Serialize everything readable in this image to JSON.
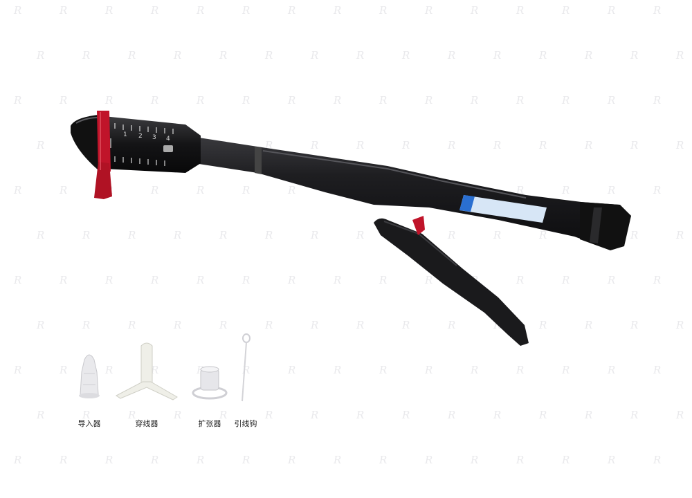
{
  "accessories": [
    {
      "label": "导入器",
      "icon": "obturator-icon"
    },
    {
      "label": "穿线器",
      "icon": "threader-icon"
    },
    {
      "label": "扩张器",
      "icon": "dilator-icon"
    },
    {
      "label": "引线钩",
      "icon": "suture-hook-icon"
    }
  ],
  "stapler": {
    "scale_marks": [
      "1",
      "2",
      "3",
      "4"
    ],
    "colors": {
      "body": "#1c1c1e",
      "accent_red": "#c0142a",
      "label_blue": "#2a6fd1"
    }
  },
  "watermark_logo": "R"
}
